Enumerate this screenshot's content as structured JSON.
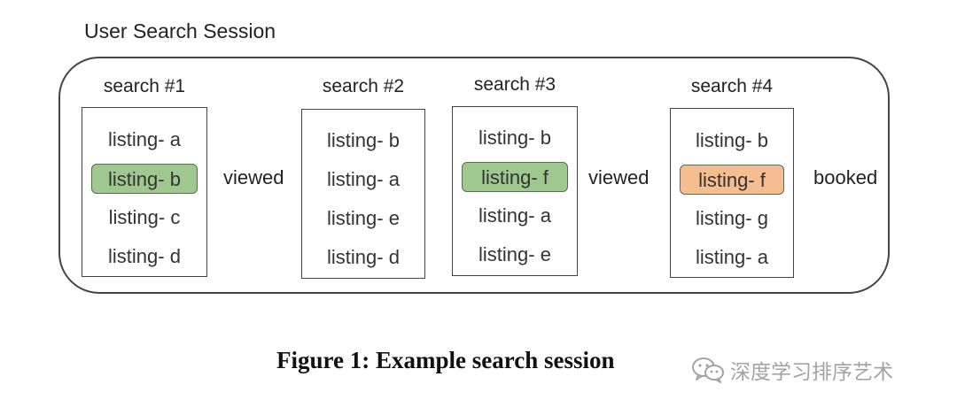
{
  "session_title": "User Search Session",
  "searches": [
    {
      "label": "search #1",
      "listings": [
        "listing- a",
        "listing- b",
        "listing- c",
        "listing- d"
      ],
      "highlight_index": 1,
      "highlight_color": "#9fc890",
      "action": "viewed"
    },
    {
      "label": "search #2",
      "listings": [
        "listing- b",
        "listing- a",
        "listing- e",
        "listing- d"
      ],
      "highlight_index": null,
      "highlight_color": null,
      "action": ""
    },
    {
      "label": "search #3",
      "listings": [
        "listing- b",
        "listing- f",
        "listing- a",
        "listing- e"
      ],
      "highlight_index": 1,
      "highlight_color": "#9fc890",
      "action": "viewed"
    },
    {
      "label": "search #4",
      "listings": [
        "listing- b",
        "listing- f",
        "listing- g",
        "listing- a"
      ],
      "highlight_index": 1,
      "highlight_color": "#f4be91",
      "action": "booked"
    }
  ],
  "caption": "Figure 1: Example search session",
  "watermark": {
    "icon": "wechat-icon",
    "text": "深度学习排序艺术"
  }
}
